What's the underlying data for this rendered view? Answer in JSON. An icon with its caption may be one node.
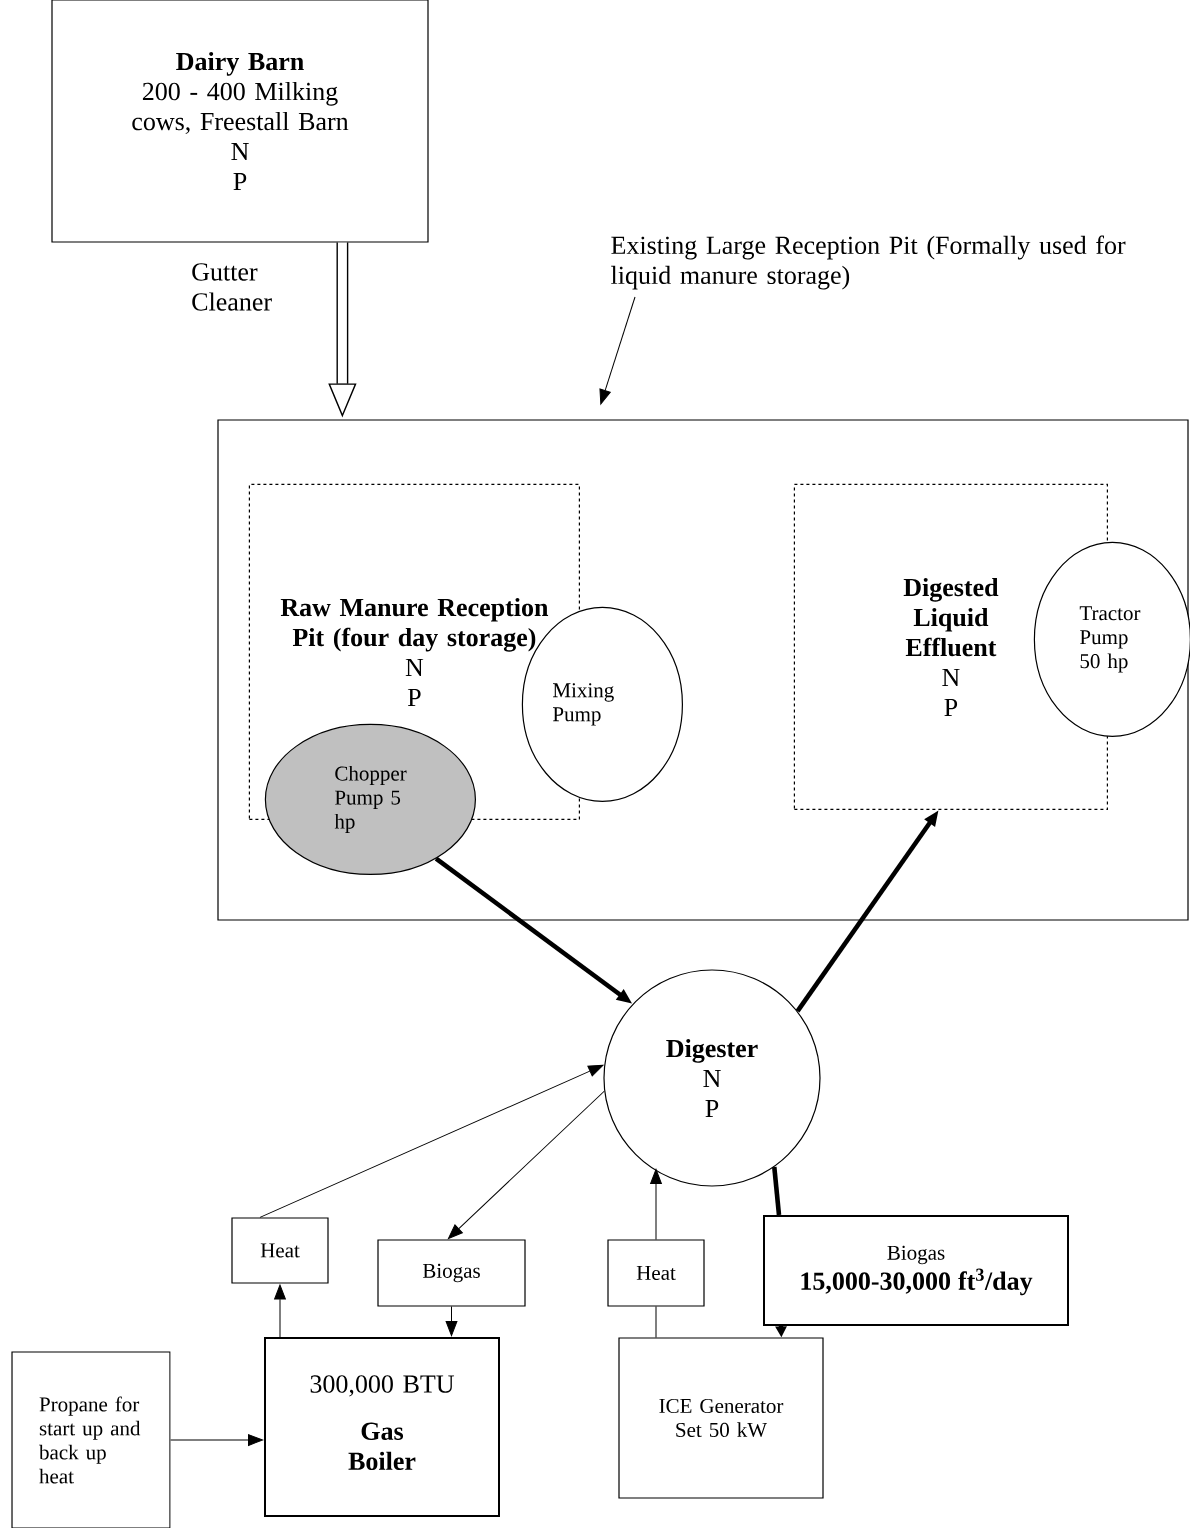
{
  "diagram": {
    "nodes": [
      {
        "text": [
          "Dairy Barn",
          "200 - 400 Milking cows, Freestall Barn",
          "N",
          "P"
        ]
      },
      {
        "text": [
          "Existing Large Reception Pit (Formally used for liquid manure storage)"
        ]
      },
      {
        "text": [],
        "shape": "box"
      },
      {
        "text": [
          "Raw Manure Reception Pit (four day storage)",
          "N",
          "P"
        ],
        "in": 2
      },
      {
        "text": [
          "Mixing Pump"
        ],
        "in": 2
      },
      {
        "text": [
          "Chopper Pump 5 hp"
        ],
        "in": 2
      },
      {
        "text": [
          "Digested Liquid Effluent",
          "N",
          "P"
        ],
        "in": 2
      },
      {
        "text": [
          "Tractor Pump 50 hp"
        ],
        "in": 2
      },
      {
        "text": [
          "Digester",
          "N",
          "P"
        ]
      },
      {
        "text": [
          "Heat"
        ]
      },
      {
        "text": [
          "Biogas"
        ]
      },
      {
        "text": [
          "Heat"
        ]
      },
      {
        "text": [
          "Biogas",
          "15,000-30,000 ft$^{3}$/day"
        ]
      },
      {
        "text": [
          "Propane for start up and back up heat"
        ]
      },
      {
        "text": [
          "300,000 BTU",
          "Gas Boiler"
        ]
      },
      {
        "text": [
          "ICE Generator Set 50 kW"
        ]
      }
    ],
    "edges": [
      {
        "from": 0,
        "to": 2,
        "arrow": "to",
        "label": "Gutter Cleaner",
        "style": "thick"
      },
      {
        "from": 1,
        "to": 2,
        "arrow": "to"
      },
      {
        "from": 5,
        "to": 8,
        "arrow": "to",
        "style": "thick"
      },
      {
        "from": 8,
        "to": 6,
        "arrow": "to",
        "style": "thick"
      },
      {
        "from": 9,
        "to": 8,
        "arrow": "to"
      },
      {
        "from": 8,
        "to": 10,
        "arrow": "to"
      },
      {
        "from": 10,
        "to": 14,
        "arrow": "to"
      },
      {
        "from": 11,
        "to": 8,
        "arrow": "to"
      },
      {
        "from": 14,
        "to": 9,
        "arrow": "to"
      },
      {
        "from": 15,
        "to": 11,
        "arrow": "none"
      },
      {
        "from": 8,
        "to": 12,
        "arrow": "none",
        "style": "thick"
      },
      {
        "from": 12,
        "to": 15,
        "arrow": "to",
        "style": "thick"
      },
      {
        "from": 13,
        "to": 14,
        "arrow": "to"
      }
    ]
  }
}
